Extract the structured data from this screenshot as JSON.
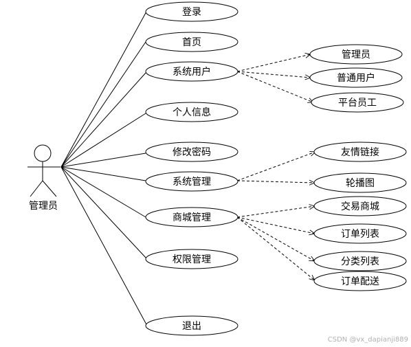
{
  "actor": {
    "label": "管理员"
  },
  "use_cases": {
    "login": "登录",
    "home": "首页",
    "system_users": "系统用户",
    "personal_info": "个人信息",
    "change_password": "修改密码",
    "system_management": "系统管理",
    "mall_management": "商城管理",
    "permission_management": "权限管理",
    "logout": "退出"
  },
  "sub_cases": {
    "admin": "管理员",
    "regular_user": "普通用户",
    "platform_staff": "平台员工",
    "friend_links": "友情链接",
    "carousel": "轮播图",
    "trading_mall": "交易商城",
    "order_list": "订单列表",
    "category_list": "分类列表",
    "order_delivery": "订单配送"
  },
  "watermark": "CSDN @vx_dapianji889"
}
